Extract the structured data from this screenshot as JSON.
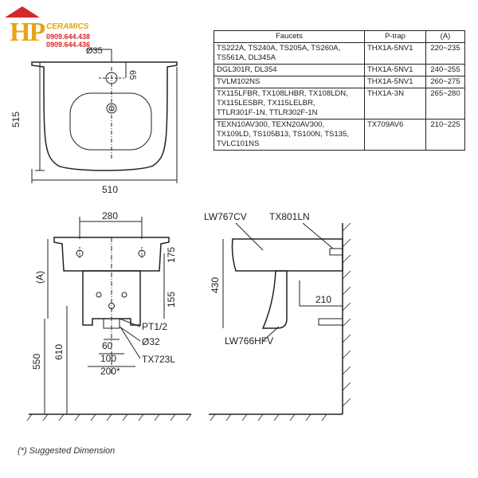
{
  "logo": {
    "mark": "HP",
    "brand": "CERAMICS",
    "phone1": "0909.644.438",
    "phone2": "0909.644.436",
    "accent": "#e8a317",
    "red": "#d62828"
  },
  "table": {
    "headers": [
      "Faucets",
      "P-trap",
      "(A)"
    ],
    "rows": [
      {
        "faucets": [
          "TS222A, TS240A, TS205A, TS260A,",
          "TS561A, DL345A"
        ],
        "ptrap": "THX1A-5NV1",
        "range": "220~235"
      },
      {
        "faucets": [
          "DGL301R, DL354"
        ],
        "ptrap": "THX1A-5NV1",
        "range": "240~255"
      },
      {
        "faucets": [
          "TVLM102NS"
        ],
        "ptrap": "THX1A-5NV1",
        "range": "260~275"
      },
      {
        "faucets": [
          "TX115LFBR, TX108LHBR, TX108LDN,",
          "TX115LESBR, TX115LELBR,",
          "TTLR301F-1N, TTLR302F-1N"
        ],
        "ptrap": "THX1A-3N",
        "range": "265~280"
      },
      {
        "faucets": [
          "TEXN10AV300, TEXN20AV300,",
          "TX109LD, TS105B13, TS100N, TS135,",
          "TVLC101NS"
        ],
        "ptrap": "TX709AV6",
        "range": "210~225"
      }
    ]
  },
  "top_view": {
    "dim_hole": "Ø35",
    "dim_65": "65",
    "dim_515": "515",
    "dim_510": "510"
  },
  "front_view": {
    "dim_280": "280",
    "dim_A": "(A)",
    "dim_175": "175",
    "dim_155": "155",
    "dim_550": "550",
    "dim_610": "610",
    "dim_60": "60",
    "dim_100": "100",
    "dim_200": "200*",
    "label_pt": "PT1/2",
    "label_o32": "Ø32",
    "label_tx723l": "TX723L"
  },
  "side_view": {
    "label_lw767cv": "LW767CV",
    "label_tx801ln": "TX801LN",
    "label_lw766hfv": "LW766HFV",
    "dim_430": "430",
    "dim_210": "210"
  },
  "footnote": "(*) Suggested Dimension"
}
